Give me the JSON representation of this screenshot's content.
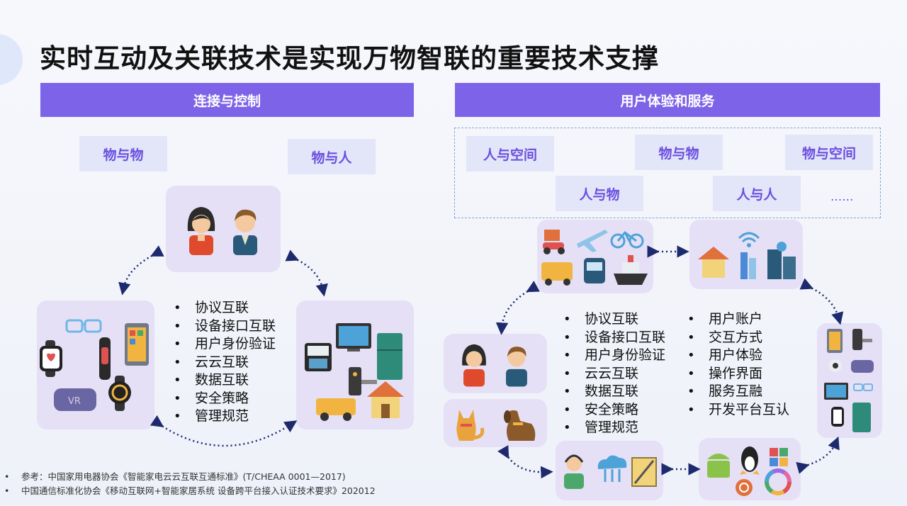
{
  "title": "实时互动及关联技术是实现万物智联的重要技术支撑",
  "left_section": {
    "header": "连接与控制",
    "tags": [
      "物与物",
      "物与人"
    ],
    "bullets": [
      "协议互联",
      "设备接口互联",
      "用户身份验证",
      "云云互联",
      "数据互联",
      "安全策略",
      "管理规范"
    ],
    "card_labels": {
      "vr": "VR"
    }
  },
  "right_section": {
    "header": "用户体验和服务",
    "tags": [
      "人与空间",
      "物与物",
      "物与空间",
      "人与物",
      "人与人",
      "......"
    ],
    "bullets_left": [
      "协议互联",
      "设备接口互联",
      "用户身份验证",
      "云云互联",
      "数据互联",
      "安全策略",
      "管理规范"
    ],
    "bullets_right": [
      "用户账户",
      "交互方式",
      "用户体验",
      "操作界面",
      "服务互融",
      "开发平台互认"
    ]
  },
  "references": [
    "参考：中国家用电器协会《智能家电云云互联互通标准》(T/CHEAA 0001—2017)",
    "中国通信标准化协会《移动互联网+智能家居系统 设备跨平台接入认证技术要求》202012"
  ],
  "colors": {
    "accent": "#7d63e8",
    "tag_bg": "#e2e6f8",
    "tag_text": "#6b4fe0",
    "card_bg": "#e6e0f6",
    "connector": "#1e2a6e"
  }
}
